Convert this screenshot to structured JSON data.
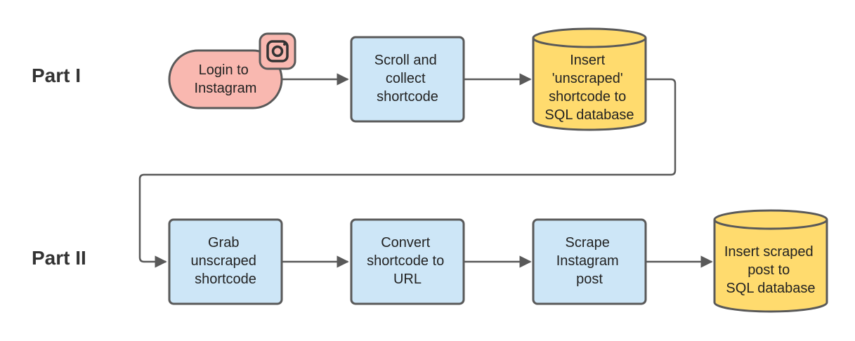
{
  "parts": {
    "part1": "Part I",
    "part2": "Part II"
  },
  "nodes": {
    "login": [
      "Login to",
      "Instagram"
    ],
    "scroll": [
      "Scroll and",
      "collect",
      "shortcode"
    ],
    "insert_unscraped": [
      "Insert",
      "'unscraped'",
      "shortcode to",
      "SQL database"
    ],
    "grab": [
      "Grab",
      "unscraped",
      "shortcode"
    ],
    "convert": [
      "Convert",
      "shortcode to",
      "URL"
    ],
    "scrape": [
      "Scrape",
      "Instagram",
      "post"
    ],
    "insert_scraped": [
      "Insert scraped",
      "post to",
      "SQL database"
    ]
  },
  "icons": {
    "login_badge": "instagram-icon"
  },
  "colors": {
    "terminal_fill": "#f9b8b0",
    "process_fill": "#cde6f7",
    "database_fill": "#ffdb6e",
    "stroke": "#595959"
  }
}
